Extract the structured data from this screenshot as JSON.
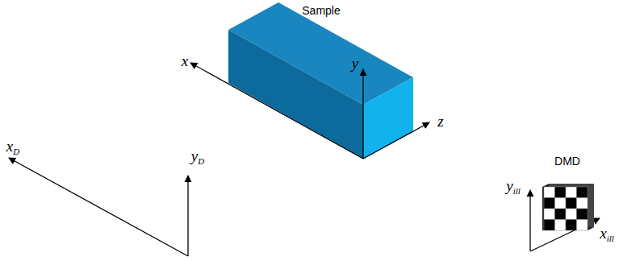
{
  "diagram": {
    "nodes": [
      {
        "text": [
          "Sample"
        ]
      },
      {
        "text": [
          "DMD"
        ]
      }
    ],
    "labels": [
      "x",
      "y",
      "z",
      "xD",
      "yD",
      "yill",
      "xill"
    ]
  }
}
